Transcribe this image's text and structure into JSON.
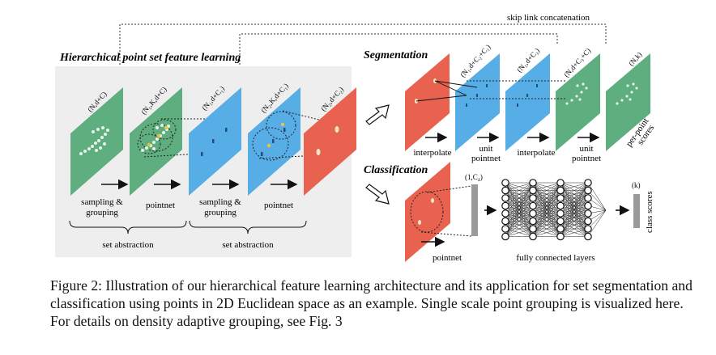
{
  "figure": {
    "title_left": "Hierarchical point set feature learning",
    "title_seg": "Segmentation",
    "title_cls": "Classification",
    "skip_link": "skip link concatenation",
    "colors": {
      "green": "#5fae7f",
      "blue": "#57aee6",
      "red": "#e8624f",
      "panel": "#eeeeee",
      "gray_bar": "#9a9a9a"
    },
    "dims": {
      "l0": "(N,d+C)",
      "l1g": "(N₁,K,d+C)",
      "l1": "(N₁,d+C₁)",
      "l2g": "(N₂,K,d+C₁)",
      "l2": "(N₂,d+C₂)",
      "s1": "(N₁,d+C₂+C₁)",
      "s2": "(N₁,d+C₃)",
      "s3": "(N,d+C₃+C)",
      "s4": "(N,k)",
      "c1": "(1,C₄)",
      "c2": "(k)"
    },
    "ops": {
      "sampling1": "sampling &",
      "grouping1": "grouping",
      "pointnet1": "pointnet",
      "sampling2": "sampling &",
      "grouping2": "grouping",
      "pointnet2": "pointnet",
      "set_abs1": "set abstraction",
      "set_abs2": "set abstraction",
      "interp1": "interpolate",
      "unit1a": "unit",
      "unit1b": "pointnet",
      "interp2": "interpolate",
      "unit2a": "unit",
      "unit2b": "pointnet",
      "perpoint1": "per-point",
      "perpoint2": "scores",
      "cls_pointnet": "pointnet",
      "fc": "fully connected layers",
      "class_scores": "class scores"
    }
  },
  "caption": {
    "text": "Figure 2: Illustration of our hierarchical feature learning architecture and its application for set segmentation and classification using points in 2D Euclidean space as an example. Single scale point grouping is visualized here. For details on density adaptive grouping, see Fig. 3"
  }
}
